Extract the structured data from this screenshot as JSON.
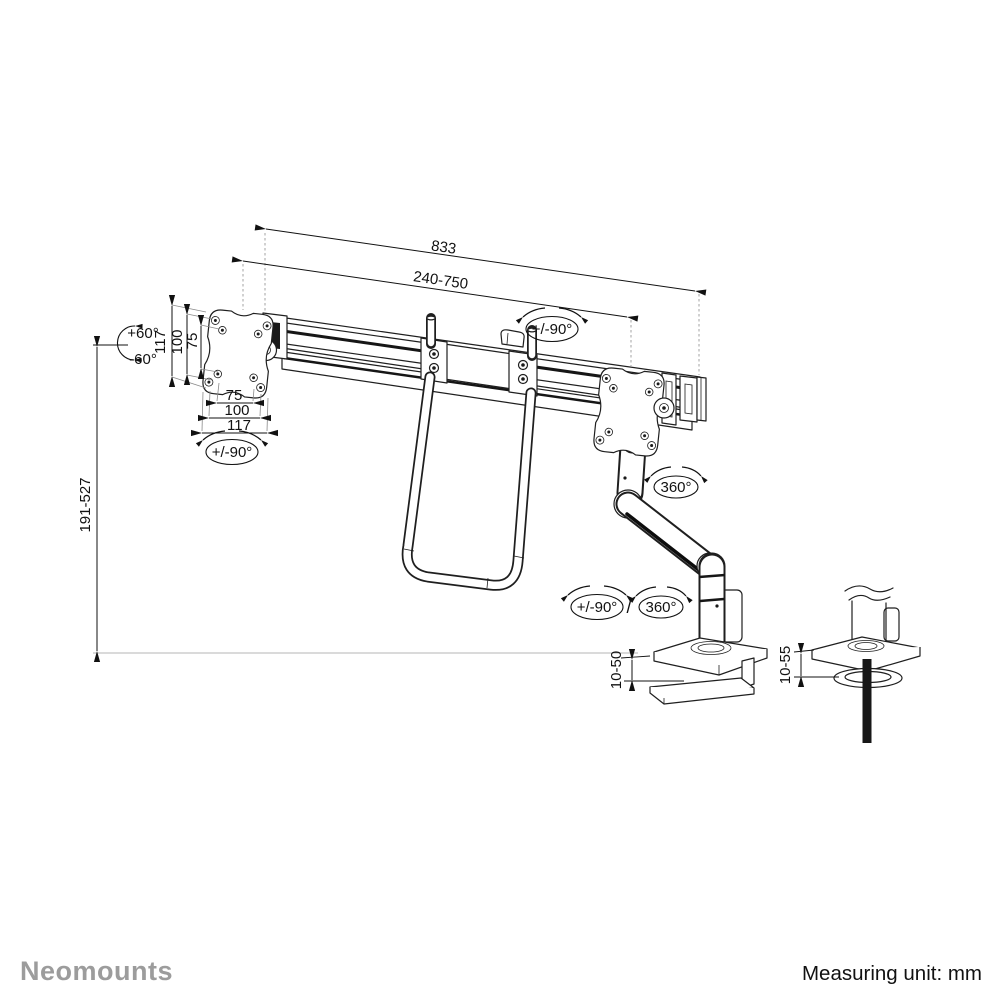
{
  "footer": {
    "brand": "Neomounts",
    "unit": "Measuring unit: mm"
  },
  "dims": {
    "total_width": "833",
    "width_range": "240-750",
    "height_range": "191-527",
    "vesa_v_outer": "117",
    "vesa_v_mid": "100",
    "vesa_v_inner": "75",
    "vesa_h_inner": "75",
    "vesa_h_mid": "100",
    "vesa_h_outer": "117",
    "tilt_up": "+60°",
    "tilt_down": "-60°",
    "plate_rotation": "+/-90°",
    "crossbar_swivel": "+/-90°",
    "arm_rotation": "360°",
    "base_swivel": "+/-90°",
    "base_sep": "/",
    "base_rotation": "360°",
    "clamp_range": "10-50",
    "grommet_range": "10-55"
  }
}
